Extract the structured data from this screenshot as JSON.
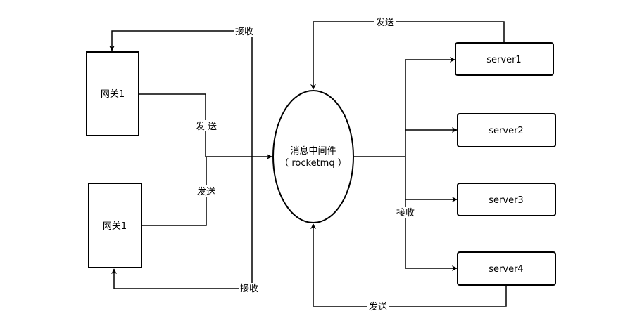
{
  "nodes": {
    "gateway_top": {
      "label": "网关1"
    },
    "gateway_bottom": {
      "label": "网关1"
    },
    "mq": {
      "line1": "消息中间件",
      "line2": "（ rocketmq ）"
    },
    "server1": {
      "label": "server1"
    },
    "server2": {
      "label": "server2"
    },
    "server3": {
      "label": "server3"
    },
    "server4": {
      "label": "server4"
    }
  },
  "edge_labels": {
    "gw_top_send": "发 送",
    "gw_bottom_send": "发送",
    "gw_top_receive": "接收",
    "gw_bottom_receive": "接收",
    "server1_send": "发送",
    "server4_send": "发送",
    "servers_receive": "接收"
  }
}
